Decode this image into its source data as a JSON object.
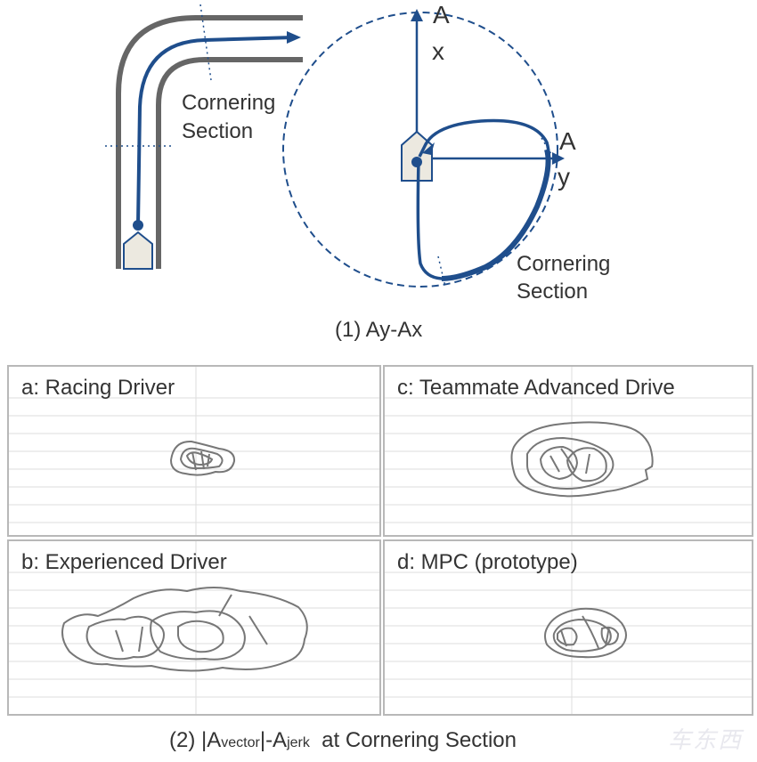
{
  "top": {
    "caption": "(1) Ay-Ax",
    "left_label_line1": "Cornering",
    "left_label_line2": "Section",
    "right_label_line1": "Cornering",
    "right_label_line2": "Section",
    "axis_x_letter": "A",
    "axis_x_sub": "x",
    "axis_y_letter": "A",
    "axis_y_sub": "y",
    "track_color": "#666666",
    "path_color": "#1f4e8c",
    "vehicle_fill": "#ece9e0"
  },
  "panels": [
    {
      "id": "a",
      "title": "a: Racing Driver"
    },
    {
      "id": "c",
      "title": "c: Teammate Advanced Drive"
    },
    {
      "id": "b",
      "title": "b: Experienced Driver"
    },
    {
      "id": "d",
      "title": "d: MPC (prototype)"
    }
  ],
  "bottom": {
    "caption_prefix": "(2) |A",
    "caption_sub1": "vector",
    "caption_mid": "|-A",
    "caption_sub2": "jerk",
    "caption_suffix": "  at Cornering Section"
  },
  "watermark": "车东西"
}
